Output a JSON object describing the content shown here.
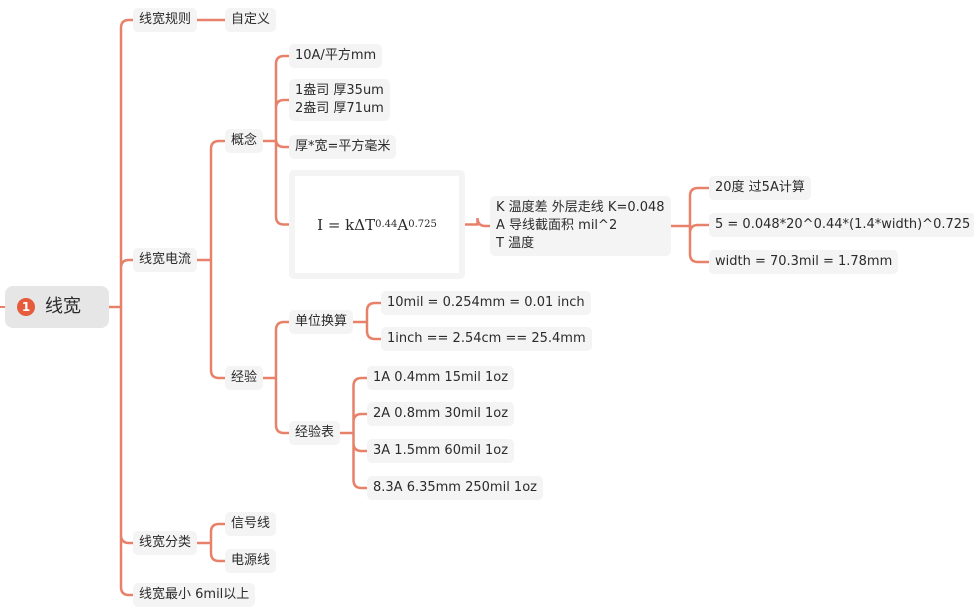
{
  "root": {
    "badge": "1",
    "label": "线宽"
  },
  "rule": {
    "label": "线宽规则",
    "value": "自定义"
  },
  "current": {
    "label": "线宽电流",
    "concept": {
      "label": "概念",
      "unit": "10A/平方mm",
      "copper": [
        "1盎司 厚35um",
        "2盎司 厚71um"
      ],
      "area": "厚*宽=平方毫米",
      "formula": {
        "lhs": "I = kΔT",
        "exp1": "0.44",
        "mid": "A",
        "exp2": "0.725"
      },
      "vars": [
        "K  温度差   外层走线 K=0.048",
        "A  导线截面积   mil^2",
        "T 温度"
      ],
      "calc": [
        "20度 过5A计算",
        "5 = 0.048*20^0.44*(1.4*width)^0.725",
        "width = 70.3mil = 1.78mm"
      ]
    },
    "experience": {
      "label": "经验",
      "conversion": {
        "label": "单位换算",
        "items": [
          "10mil = 0.254mm = 0.01 inch",
          "1inch == 2.54cm == 25.4mm"
        ]
      },
      "table": {
        "label": "经验表",
        "rows": [
          "1A  0.4mm    15mil         1oz",
          "2A  0.8mm    30mil         1oz",
          "3A  1.5mm    60mil         1oz",
          "8.3A  6.35mm  250mil   1oz"
        ]
      }
    }
  },
  "category": {
    "label": "线宽分类",
    "items": [
      "信号线",
      "电源线"
    ]
  },
  "minimum": {
    "label": "线宽最小    6mil以上"
  },
  "colors": {
    "link": "#e8816a",
    "badge": "#e55b3c",
    "node_bg": "#f4f4f4",
    "root_bg": "#e6e6e6"
  }
}
